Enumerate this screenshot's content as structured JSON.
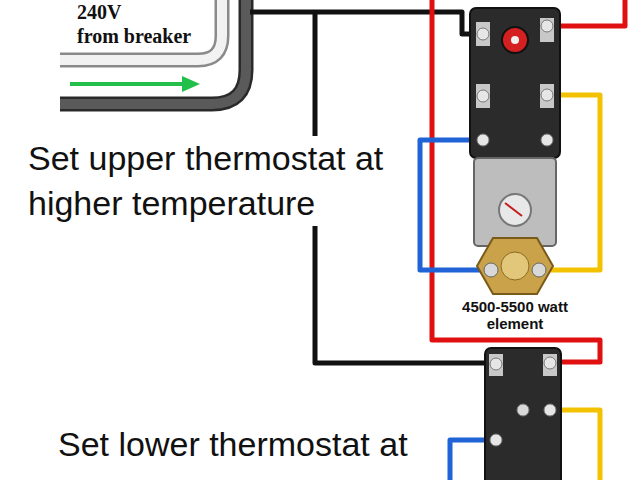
{
  "diagram": {
    "nodes": [
      {
        "text": [
          "4500-5500 watt element"
        ]
      }
    ],
    "labels": [
      "240V",
      "from breaker",
      "Set upper thermostat at higher temperature",
      "Set lower thermostat at"
    ]
  }
}
